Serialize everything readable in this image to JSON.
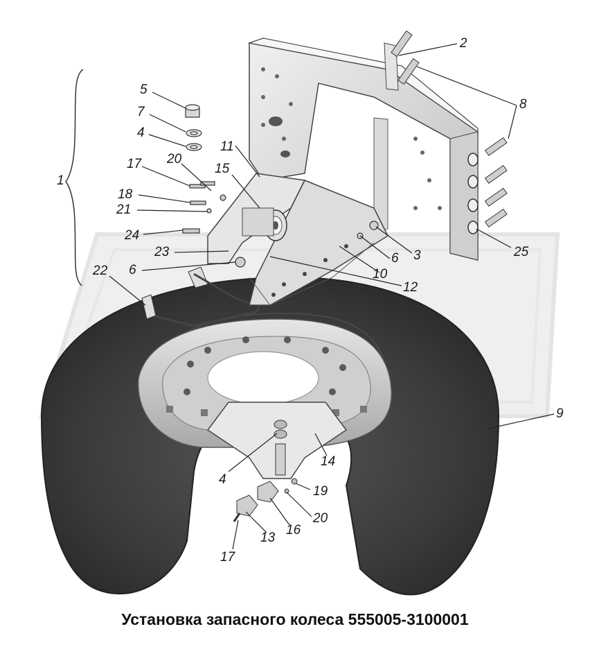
{
  "caption": "Установка запасного колеса 555005-3100001",
  "callouts": [
    "1",
    "2",
    "3",
    "4",
    "4",
    "5",
    "6",
    "6",
    "7",
    "8",
    "9",
    "10",
    "11",
    "12",
    "13",
    "14",
    "15",
    "16",
    "17",
    "17",
    "18",
    "19",
    "20",
    "20",
    "21",
    "22",
    "23",
    "24",
    "25"
  ]
}
